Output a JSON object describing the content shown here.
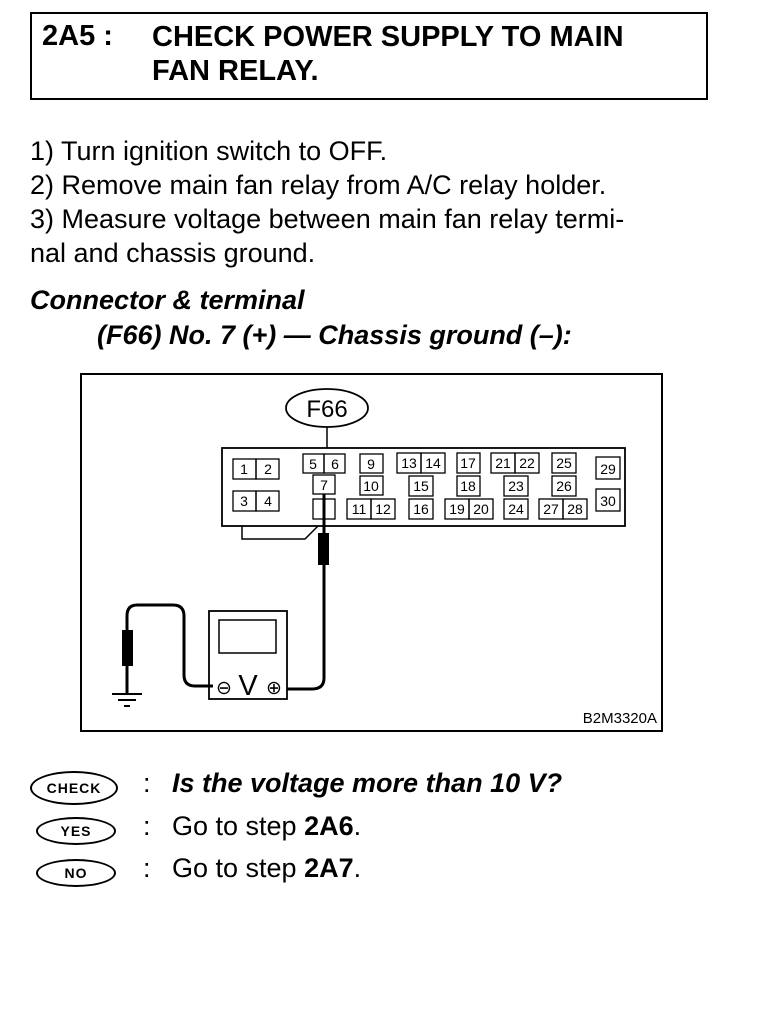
{
  "header": {
    "step_code": "2A5 :",
    "title_line1": "CHECK POWER SUPPLY TO MAIN",
    "title_line2": "FAN RELAY."
  },
  "steps": [
    "1)  Turn ignition switch to OFF.",
    "2)  Remove main fan relay from A/C relay holder.",
    "3)  Measure voltage between main fan relay termi-",
    "nal and chassis ground."
  ],
  "connector": {
    "heading": "Connector & terminal",
    "spec": "(F66) No. 7 (+) — Chassis ground (–):"
  },
  "figure": {
    "connector_label": "F66",
    "terminals": [
      "1",
      "2",
      "3",
      "4",
      "5",
      "6",
      "7",
      "9",
      "10",
      "11",
      "12",
      "13",
      "14",
      "15",
      "16",
      "17",
      "18",
      "19",
      "20",
      "21",
      "22",
      "23",
      "24",
      "25",
      "26",
      "27",
      "28",
      "29",
      "30"
    ],
    "meter_symbol": "V",
    "negative_symbol": "⊖",
    "positive_symbol": "⊕",
    "figure_code": "B2M3320A"
  },
  "check": {
    "label": "CHECK",
    "question": "Is the voltage more than 10 V?"
  },
  "yes": {
    "label": "YES",
    "prefix": "Go to step ",
    "target": "2A6",
    "suffix": "."
  },
  "no": {
    "label": "NO",
    "prefix": "Go to step ",
    "target": "2A7",
    "suffix": "."
  },
  "colon": ":"
}
